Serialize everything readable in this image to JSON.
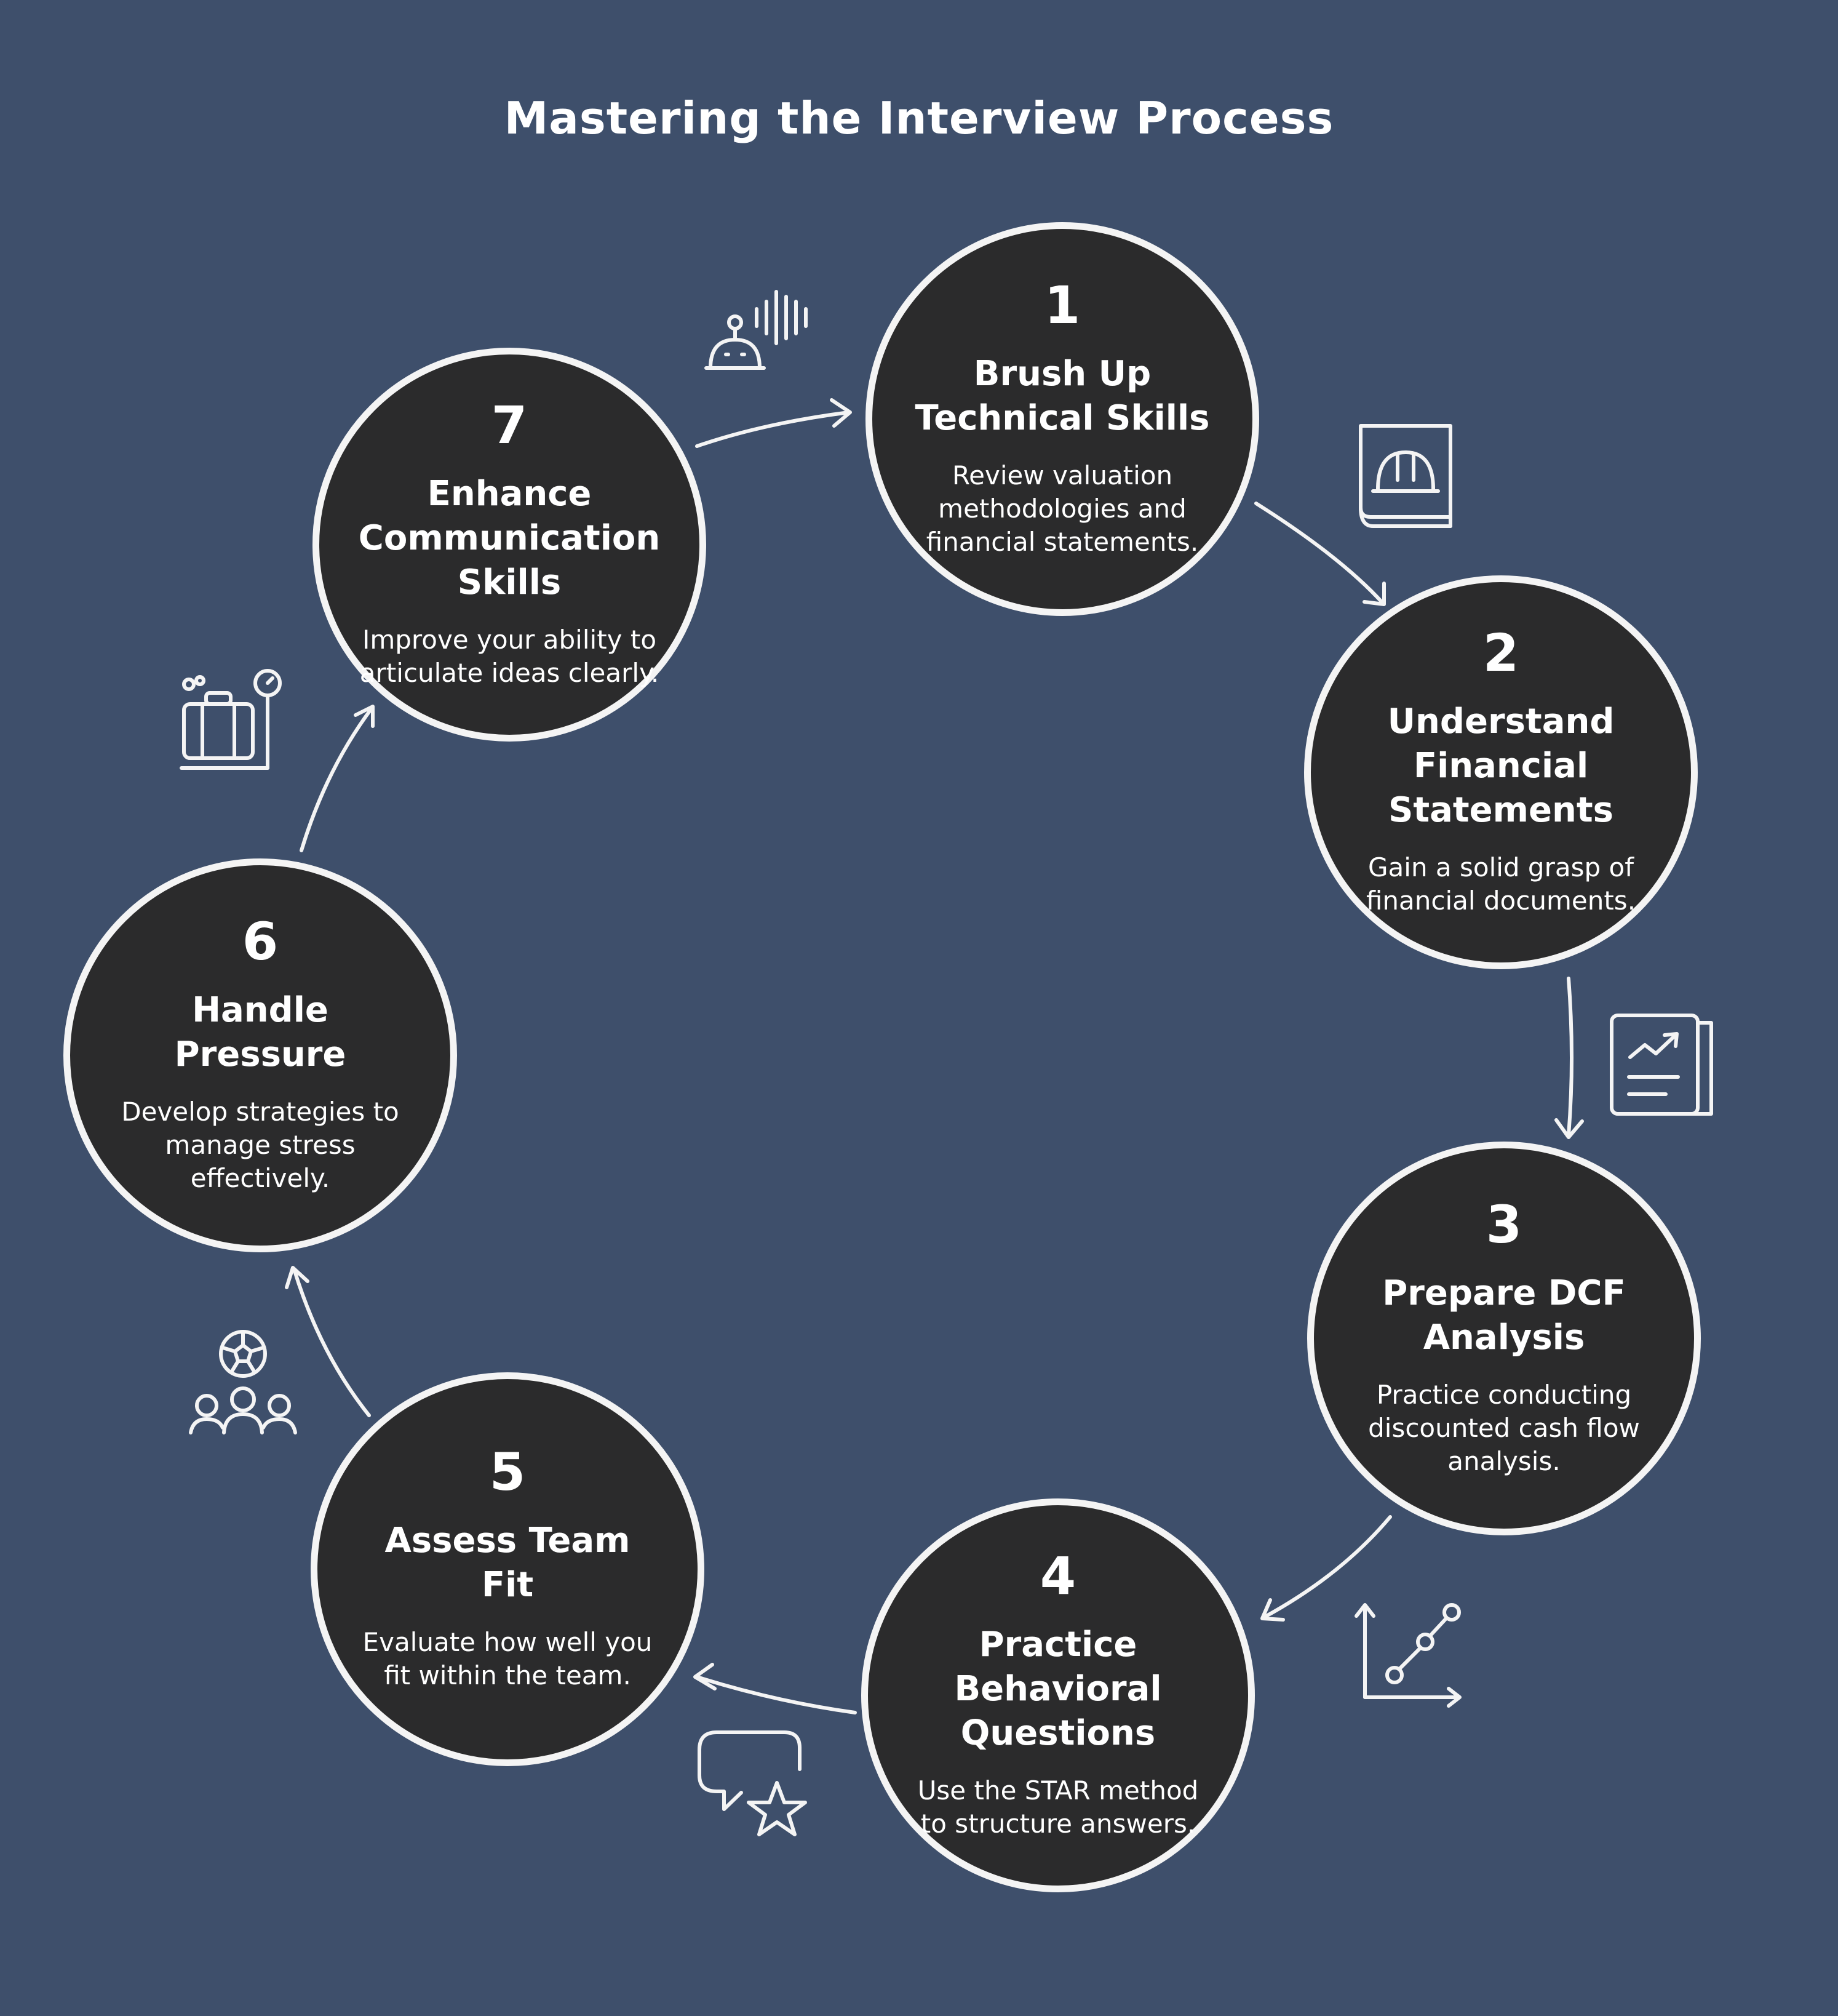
{
  "title": "Mastering the Interview Process",
  "steps": [
    {
      "number": "1",
      "title": "Brush Up Technical Skills",
      "description": "Review valuation methodologies and financial statements.",
      "icon": "hardhat-book-icon"
    },
    {
      "number": "2",
      "title": "Understand Financial Statements",
      "description": "Gain a solid grasp of financial documents.",
      "icon": "financial-report-icon"
    },
    {
      "number": "3",
      "title": "Prepare DCF Analysis",
      "description": "Practice conducting discounted cash flow analysis.",
      "icon": "line-graph-icon"
    },
    {
      "number": "4",
      "title": "Practice Behavioral Questions",
      "description": "Use the STAR method to structure answers.",
      "icon": "chat-star-icon"
    },
    {
      "number": "5",
      "title": "Assess Team Fit",
      "description": "Evaluate how well you fit within the team.",
      "icon": "team-ball-icon"
    },
    {
      "number": "6",
      "title": "Handle Pressure",
      "description": "Develop strategies to manage stress effectively.",
      "icon": "weighted-bag-icon"
    },
    {
      "number": "7",
      "title": "Enhance Communication Skills",
      "description": "Improve your ability to articulate ideas clearly.",
      "icon": "robot-voice-icon"
    }
  ],
  "colors": {
    "background": "#3e4f6b",
    "circle_fill": "#2b2b2c",
    "stroke": "#f4f4f4",
    "text": "#ffffff"
  }
}
